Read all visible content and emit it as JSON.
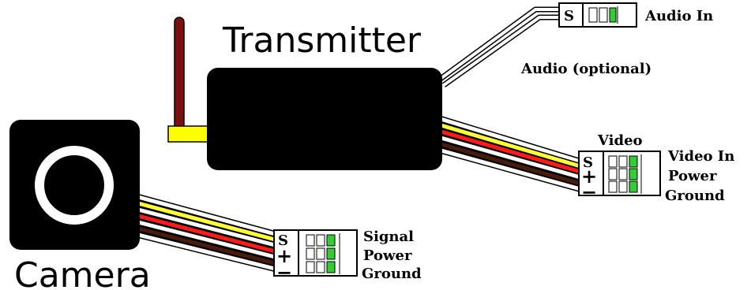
{
  "colors": {
    "body": "#000000",
    "antenna": "#7a1010",
    "antenna_mount": "#ffff00",
    "wire_yellow": "#ffff33",
    "wire_red": "#ff1a1a",
    "wire_brown": "#4a1a0a",
    "wire_white": "#ffffff",
    "connector_green": "#33cc33"
  },
  "labels": {
    "transmitter": "Transmitter",
    "camera": "Camera",
    "audio_in": "Audio In",
    "audio_optional": "Audio (optional)",
    "video": "Video",
    "video_in": "Video In",
    "video_power": "Power",
    "video_ground": "Ground",
    "signal": "Signal",
    "cam_power": "Power",
    "cam_ground": "Ground"
  },
  "connector_marks": {
    "audio": [
      "S"
    ],
    "video": [
      "S",
      "+",
      "−"
    ],
    "camera": [
      "S",
      "+",
      "−"
    ]
  },
  "icons": [
    "antenna-icon",
    "camera-lens-icon",
    "connector-icon"
  ]
}
